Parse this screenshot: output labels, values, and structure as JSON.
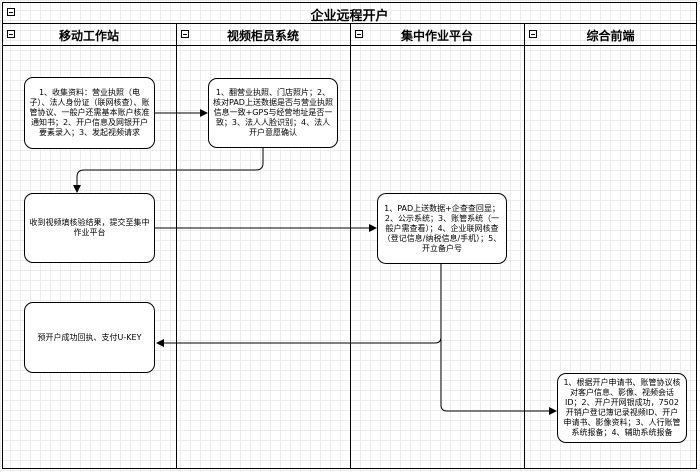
{
  "diagram": {
    "title": "企业远程开户",
    "lanes": [
      {
        "label": "移动工作站"
      },
      {
        "label": "视频柜员系统"
      },
      {
        "label": "集中作业平台"
      },
      {
        "label": "综合前端"
      }
    ],
    "nodes": {
      "collect": "1、收集资料：营业执照（电子）、法人身份证（联网核查）、账管协议、一般户还需基本账户核准通知书；2、开户信息及网银开户要素录入；3、发起视频请求",
      "video_check": "1、翻营业执照、门店照片；2、核对PAD上送数据是否与营业执照信息一致+GPS与经营地址是否一致；3、法人人脸识别；4、法人开户意愿确认",
      "receive_result": "收到视频填核验结果，提交至集中作业平台",
      "central_process": "1、PAD上送数据+企查查回显；2、公示系统；3、账管系统（一般户需查看）；4、企业联网核查（登记信息/纳税信息/手机）；5、开立备户号",
      "pre_open_success": "预开户成功回执、支付U-KEY",
      "front_end": "1、根据开户申请书、账管协议核对客户信息、影像、视频会话ID；2、开户开网银成功，7502开销户登记簿记录视频ID、开户申请书、影像资料；3、人行账管系统报备；4、辅助系统报备"
    }
  }
}
